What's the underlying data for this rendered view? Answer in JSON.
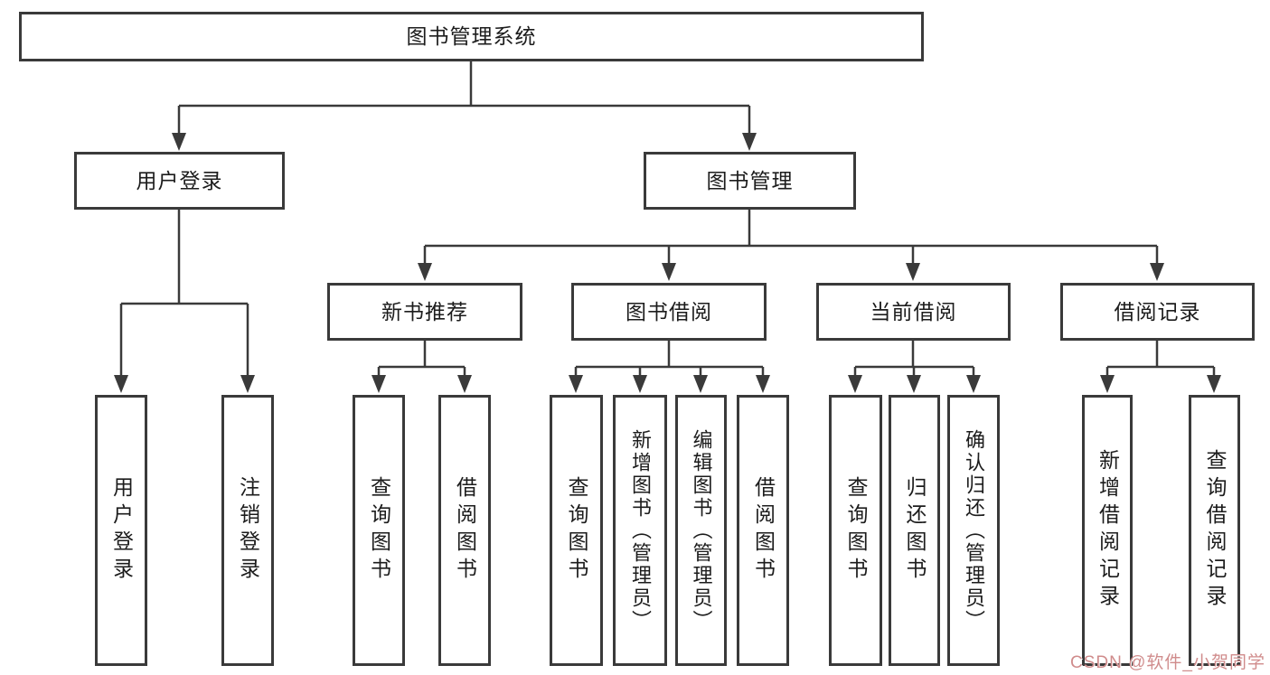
{
  "tree": {
    "label": "图书管理系统",
    "children": [
      {
        "label": "用户登录",
        "children": [
          {
            "label": "用户登录"
          },
          {
            "label": "注销登录"
          }
        ]
      },
      {
        "label": "图书管理",
        "children": [
          {
            "label": "新书推荐",
            "children": [
              {
                "label": "查询图书"
              },
              {
                "label": "借阅图书"
              }
            ]
          },
          {
            "label": "图书借阅",
            "children": [
              {
                "label": "查询图书"
              },
              {
                "label": "新增图书（管理员）"
              },
              {
                "label": "编辑图书（管理员）"
              },
              {
                "label": "借阅图书"
              }
            ]
          },
          {
            "label": "当前借阅",
            "children": [
              {
                "label": "查询图书"
              },
              {
                "label": "归还图书"
              },
              {
                "label": "确认归还（管理员）"
              }
            ]
          },
          {
            "label": "借阅记录",
            "children": [
              {
                "label": "新增借阅记录"
              },
              {
                "label": "查询借阅记录"
              }
            ]
          }
        ]
      }
    ]
  },
  "watermark": {
    "text": "CSDN @软件_小贺同学",
    "color": "#d08c8c"
  },
  "colors": {
    "line": "#3a3a3a",
    "box_border": "#3a3a3a",
    "text": "#1c1c1c",
    "background": "#ffffff"
  }
}
